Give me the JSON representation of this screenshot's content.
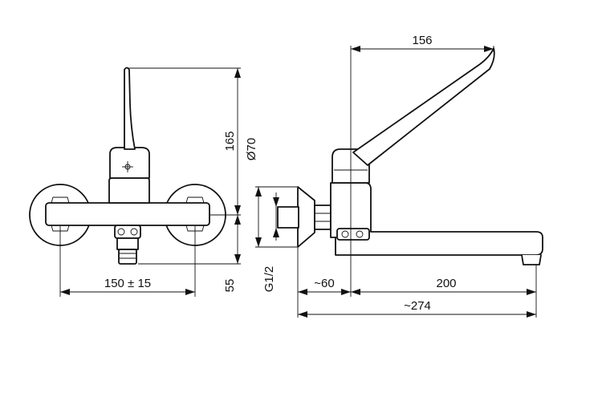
{
  "diagram": {
    "dimensions": {
      "height_total": "165",
      "diameter": "Ø70",
      "thread": "G1/2",
      "height_bottom": "55",
      "centers": "150 ± 15",
      "lever_reach": "156",
      "wall_offset": "~60",
      "spout_length": "200",
      "total_depth": "~274"
    }
  }
}
